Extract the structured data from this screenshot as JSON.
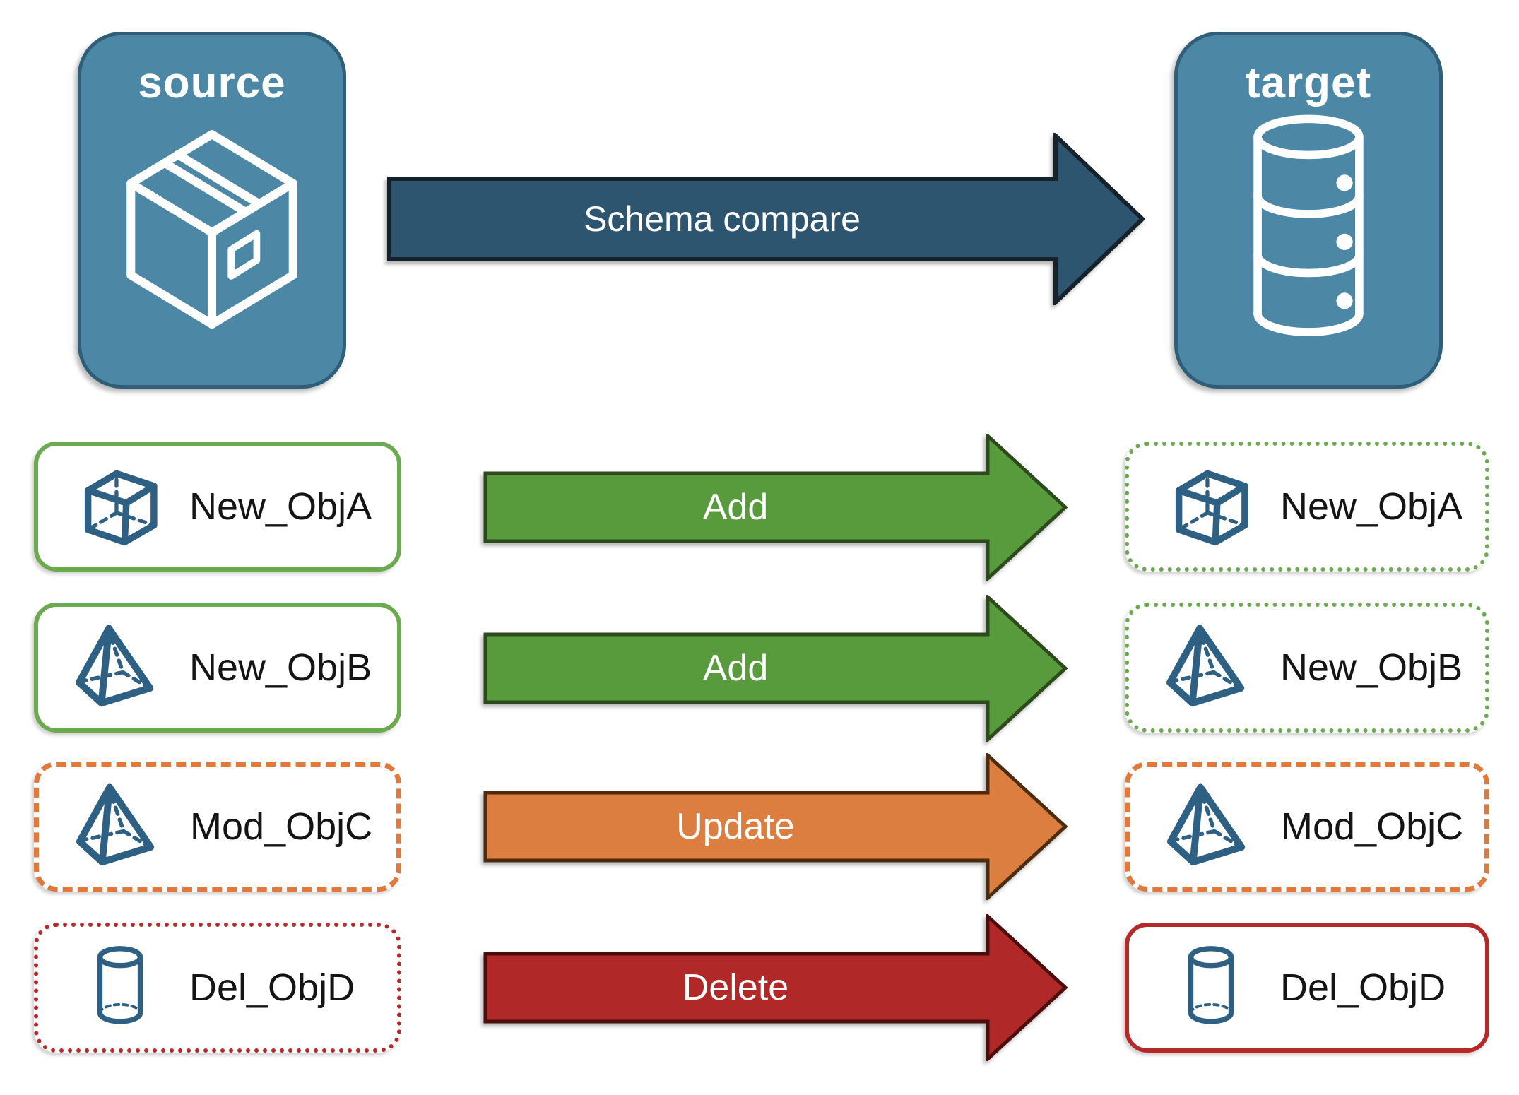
{
  "source_card": {
    "title": "source",
    "icon": "package-box-icon",
    "fill": "#4C87A5",
    "border_color": "#2F5F78"
  },
  "target_card": {
    "title": "target",
    "icon": "database-icon",
    "fill": "#4C87A5",
    "border_color": "#2F5F78"
  },
  "compare_arrow": {
    "label": "Schema compare",
    "fill": "#2E5570",
    "border_color": "#15212B",
    "direction": "right"
  },
  "rows": [
    {
      "source_object": {
        "name": "New_ObjA",
        "icon": "cube-icon",
        "border_style": "solid",
        "border_color": "#6BAA4E"
      },
      "arrow": {
        "label": "Add",
        "fill": "#579B3D",
        "border_color": "#2C4A1B"
      },
      "target_object": {
        "name": "New_ObjA",
        "icon": "cube-icon",
        "border_style": "dotted",
        "border_color": "#6BAA4E"
      }
    },
    {
      "source_object": {
        "name": "New_ObjB",
        "icon": "pyramid-icon",
        "border_style": "solid",
        "border_color": "#6BAA4E"
      },
      "arrow": {
        "label": "Add",
        "fill": "#579B3D",
        "border_color": "#2C4A1B"
      },
      "target_object": {
        "name": "New_ObjB",
        "icon": "pyramid-icon",
        "border_style": "dotted",
        "border_color": "#6BAA4E"
      }
    },
    {
      "source_object": {
        "name": "Mod_ObjC",
        "icon": "pyramid-icon",
        "border_style": "dashed",
        "border_color": "#E0793B"
      },
      "arrow": {
        "label": "Update",
        "fill": "#DD7E41",
        "border_color": "#4D2C10"
      },
      "target_object": {
        "name": "Mod_ObjC",
        "icon": "pyramid-icon",
        "border_style": "dashed",
        "border_color": "#E0793B"
      }
    },
    {
      "source_object": {
        "name": "Del_ObjD",
        "icon": "cylinder-icon",
        "border_style": "dotted",
        "border_color": "#B52A28"
      },
      "arrow": {
        "label": "Delete",
        "fill": "#B02928",
        "border_color": "#4C0D0D"
      },
      "target_object": {
        "name": "Del_ObjD",
        "icon": "cylinder-icon",
        "border_style": "solid",
        "border_color": "#B52A28"
      }
    }
  ],
  "icon_color": "#2E6083"
}
